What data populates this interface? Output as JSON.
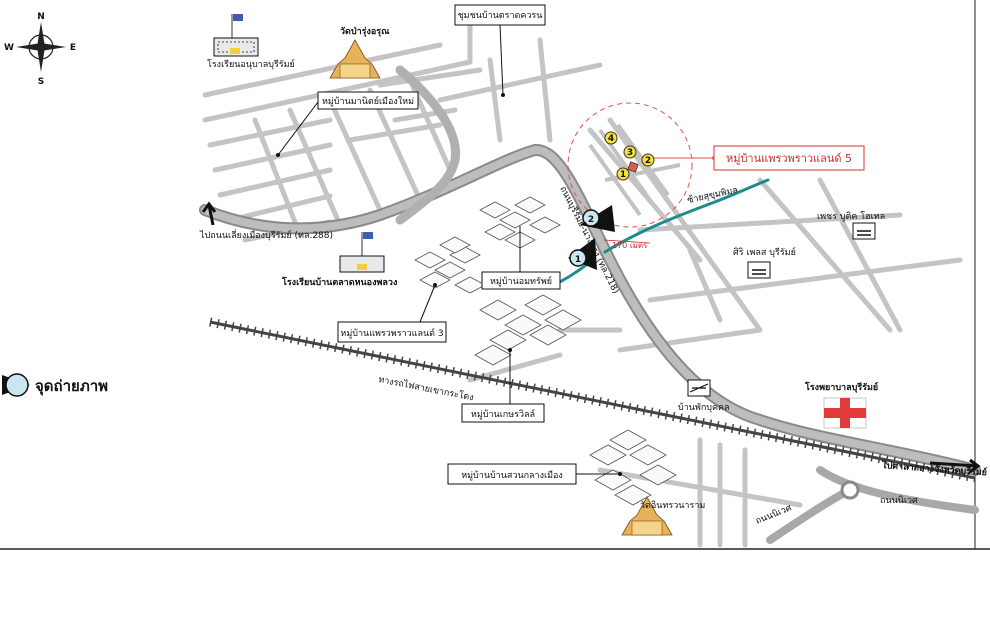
{
  "compass": {
    "n": "N",
    "s": "S",
    "e": "E",
    "w": "W"
  },
  "legend": {
    "label": "จุดถ่ายภาพ"
  },
  "labels": {
    "school_top": "โรงเรียนอนุบาลบุรีรัมย์",
    "temple_top": "วัดป่ารุ่งอรุณ",
    "village_manit": "หมู่บ้านมานิตย์เมืองใหม่",
    "community_box": "ชุมชนบ้านตราดควรน",
    "target_village": "หมู่บ้านแพรวพราวแลนด์ 5",
    "road_to_city": "ไปถนนเลี่ยงเมืองบุรีรัมย์ (ทล.288)",
    "school_mid": "โรงเรียนบ้านตลาดหนองพลวง",
    "village_oomsap": "หมู่บ้านอมทรัพย์",
    "village_praew3": "หมู่บ้านแพรวพราวแลนด์ 3",
    "railway": "ทางรถไฟสายเขากระโดง",
    "village_kasem": "หมู่บ้านเกษรวิลล์",
    "main_road": "ถนนบุรีรัมย์-นางรอง (ทล.218)",
    "distance": "170 เมตร",
    "road_jutpimol": "ซ้ายสุขุมพิมล",
    "hotel1": "เพชร บูติค โฮเทล",
    "hotel2": "ศิริ เพลส บุรีรัมย์",
    "village_phak": "บ้านพักบุคคล",
    "hospital": "โรงพยาบาลบุรีรัมย์",
    "to_province": "ไปศาลากลางจังหวัดบุรีรัมย์",
    "village_suan": "หมู่บ้านบ้านสวนกลางเมือง",
    "temple_bottom": "วัดอินทรวนาราม",
    "road_niwet1": "ถนนนิเวศ",
    "road_niwet2": "ถนนนิเวศ"
  },
  "points": {
    "p1": "1",
    "p2": "2",
    "p3": "3",
    "p4": "4",
    "view1": "1",
    "view2": "2"
  },
  "colors": {
    "road": "#b5b5b5",
    "road_edge": "#8c8c8c",
    "stream": "#1f8c8c",
    "highlight": "#e05252",
    "marker_yellow": "#f5e33b",
    "marker_red": "#e25b4a",
    "legend_fill": "#c9e6f2"
  }
}
